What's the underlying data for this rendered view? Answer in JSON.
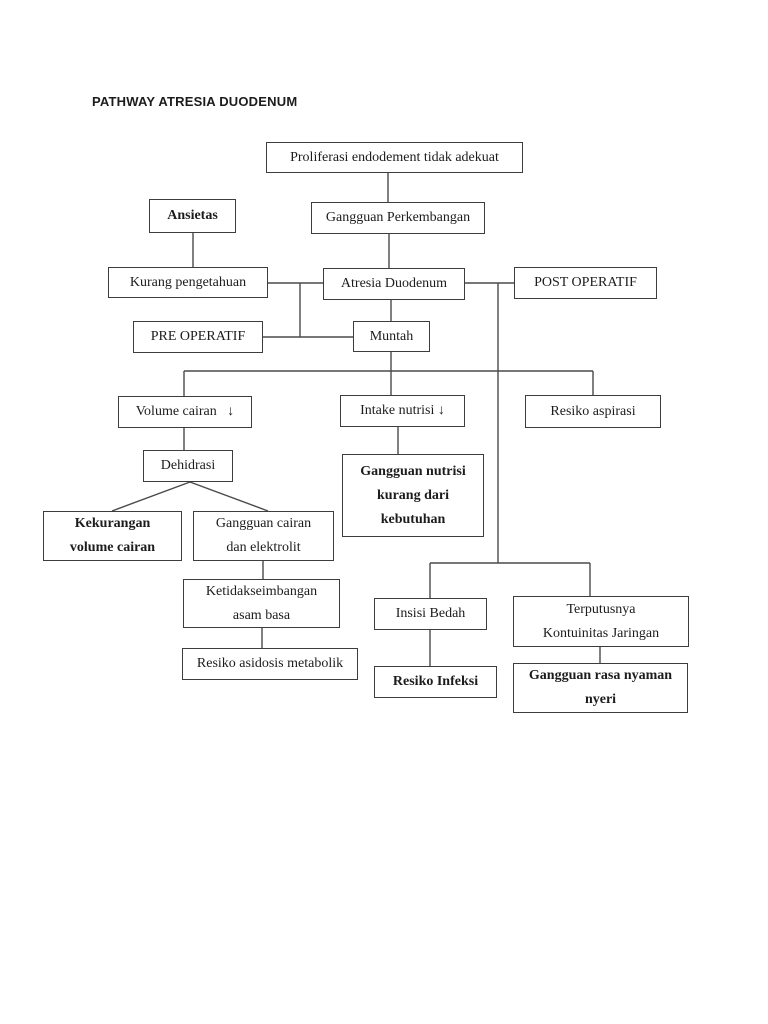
{
  "page": {
    "title": "PATHWAY ATRESIA DUODENUM"
  },
  "diagram": {
    "nodes": {
      "proliferasi": {
        "label": "Proliferasi endodement tidak adekuat"
      },
      "ansietas": {
        "label": "Ansietas"
      },
      "gangguan_perkembangan": {
        "label": "Gangguan Perkembangan"
      },
      "kurang_pengetahuan": {
        "label": "Kurang pengetahuan"
      },
      "atresia_duodenum": {
        "label": "Atresia Duodenum"
      },
      "post_operatif": {
        "label": "POST OPERATIF"
      },
      "pre_operatif": {
        "label": "PRE OPERATIF"
      },
      "muntah": {
        "label": "Muntah"
      },
      "volume_cairan": {
        "label": "Volume cairan   ↓"
      },
      "intake_nutrisi": {
        "label": "Intake nutrisi ↓"
      },
      "resiko_aspirasi": {
        "label": "Resiko aspirasi"
      },
      "dehidrasi": {
        "label": "Dehidrasi"
      },
      "gangguan_nutrisi": {
        "label": "Gangguan nutrisi\nkurang dari\nkebutuhan"
      },
      "kekurangan_volume_cairan": {
        "label": "Kekurangan\nvolume cairan"
      },
      "gangguan_cairan_elektrolit": {
        "label": "Gangguan cairan\ndan elektrolit"
      },
      "ketidakseimbangan_asam_basa": {
        "label": "Ketidakseimbangan\nasam basa"
      },
      "resiko_asidosis_metabolik": {
        "label": "Resiko asidosis metabolik"
      },
      "insisi_bedah": {
        "label": "Insisi Bedah"
      },
      "terputusnya_kontuinitas": {
        "label": "Terputusnya\nKontuinitas Jaringan"
      },
      "resiko_infeksi": {
        "label": "Resiko Infeksi"
      },
      "gangguan_rasa_nyaman": {
        "label": "Gangguan rasa nyaman\nnyeri"
      }
    },
    "colors": {
      "border": "#3d3d3d",
      "line": "#4a4a4a",
      "text": "#1c1c1c",
      "background": "#ffffff"
    }
  }
}
